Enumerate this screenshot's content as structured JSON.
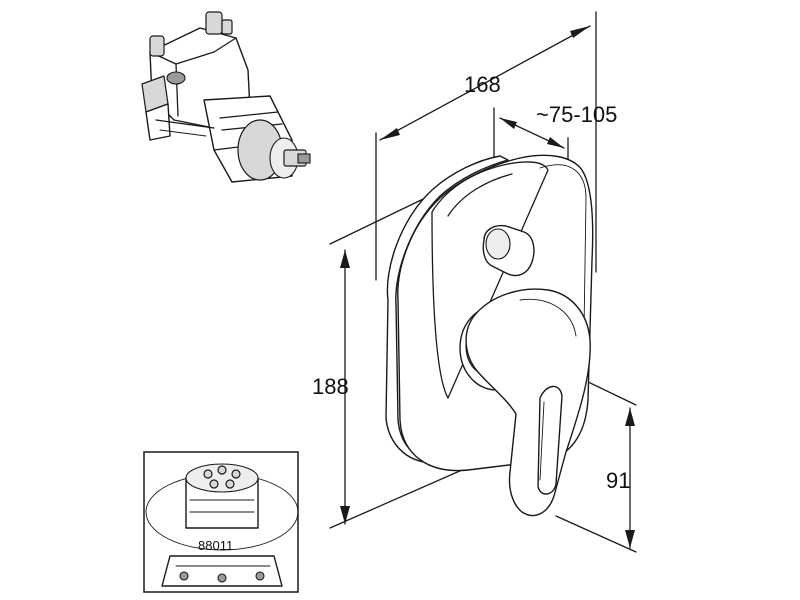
{
  "dimensions": {
    "width": "168",
    "projection": "~75-105",
    "height": "188",
    "lever_height": "91"
  },
  "inset": {
    "part_number": "88011"
  },
  "colors": {
    "line": "#1a1a1a",
    "background": "#ffffff",
    "shade": "#d8d8d8"
  }
}
